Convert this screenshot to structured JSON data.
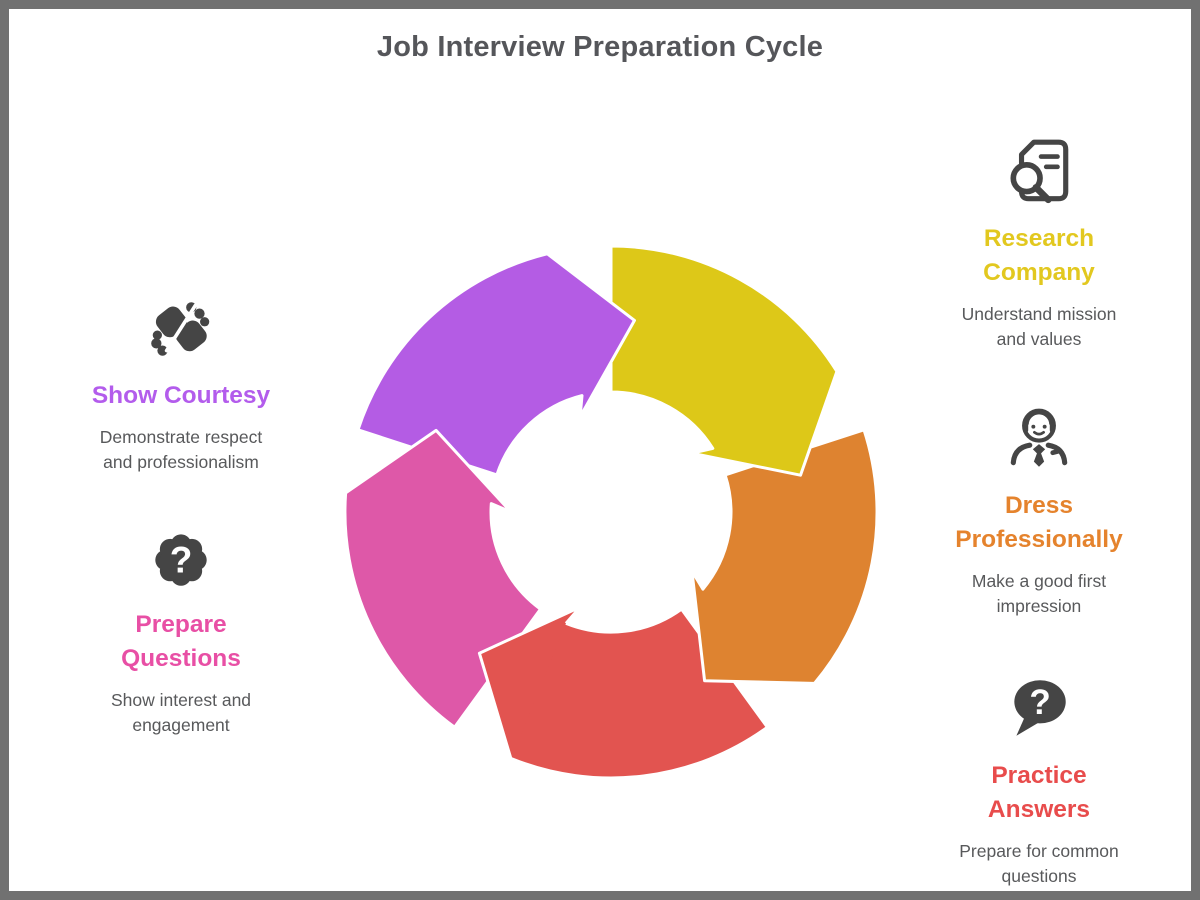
{
  "title": "Job Interview Preparation Cycle",
  "palette": {
    "frame_border": "#717171",
    "title_text": "#55565a",
    "body_text": "#58595b",
    "icon_gray": "#454545"
  },
  "cycle": {
    "direction": "clockwise",
    "arrows": [
      {
        "name": "show-courtesy",
        "color": "#b45ce4"
      },
      {
        "name": "research-company",
        "color": "#ddc818"
      },
      {
        "name": "dress-professionally",
        "color": "#de8330"
      },
      {
        "name": "practice-answers",
        "color": "#e25450"
      },
      {
        "name": "prepare-questions",
        "color": "#de58a8"
      }
    ]
  },
  "items": [
    {
      "id": "research-company",
      "icon": "search-document-icon",
      "heading": "Research\nCompany",
      "color": "#e2c81f",
      "subtitle": "Understand mission\nand values"
    },
    {
      "id": "dress-professionally",
      "icon": "person-tie-icon",
      "heading": "Dress\nProfessionally",
      "color": "#e5832d",
      "subtitle": "Make a good first\nimpression"
    },
    {
      "id": "practice-answers",
      "icon": "speech-question-icon",
      "heading": "Practice\nAnswers",
      "color": "#e84c4c",
      "subtitle": "Prepare for common\nquestions"
    },
    {
      "id": "show-courtesy",
      "icon": "handshake-icon",
      "heading": "Show Courtesy",
      "color": "#b35cec",
      "subtitle": "Demonstrate respect\nand professionalism"
    },
    {
      "id": "prepare-questions",
      "icon": "cloud-question-icon",
      "heading": "Prepare\nQuestions",
      "color": "#e84fa5",
      "subtitle": "Show interest and\nengagement"
    }
  ]
}
